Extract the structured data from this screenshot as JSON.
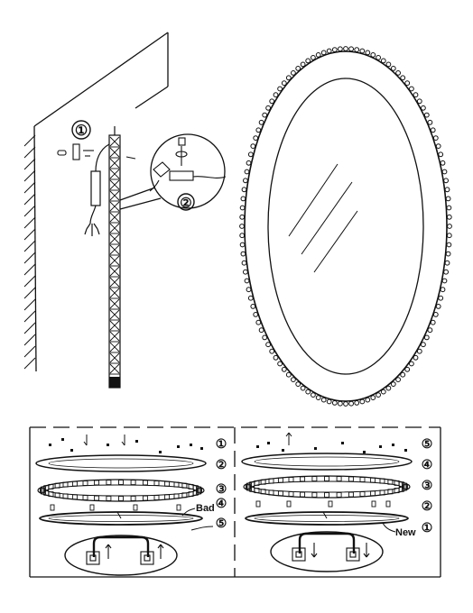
{
  "steps": {
    "one": "①",
    "two": "②",
    "three": "③",
    "four": "④",
    "five": "⑤"
  },
  "callouts": {
    "bad": "Bad",
    "new": "New"
  },
  "colors": {
    "ink": "#111111",
    "paper": "#ffffff"
  },
  "icons": [
    "screw-icon",
    "plug-icon",
    "connector-box-icon",
    "cable-icon",
    "arrow-up-icon",
    "arrow-down-icon"
  ]
}
